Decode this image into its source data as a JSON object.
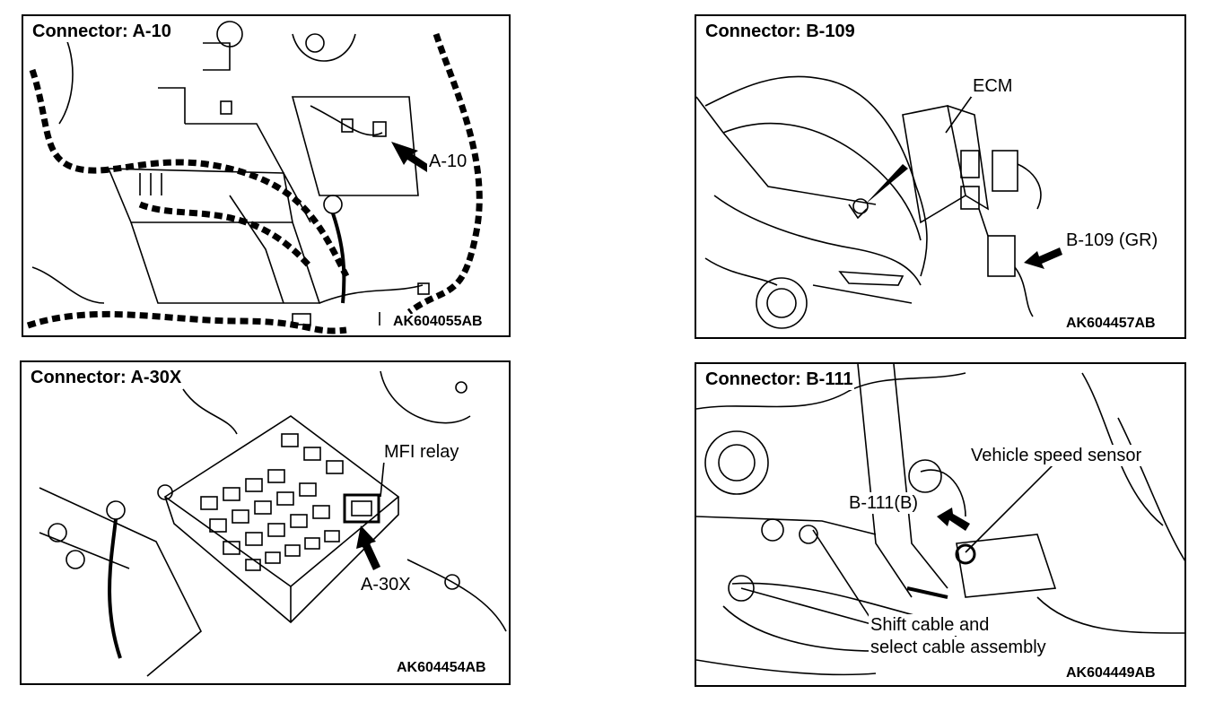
{
  "panels": [
    {
      "title": "Connector: A-10",
      "callouts": [
        "A-10"
      ],
      "figure_code": "AK604055AB"
    },
    {
      "title": "Connector: B-109",
      "callouts": [
        "ECM",
        "B-109 (GR)"
      ],
      "figure_code": "AK604457AB"
    },
    {
      "title": "Connector: A-30X",
      "callouts": [
        "MFI relay",
        "A-30X"
      ],
      "figure_code": "AK604454AB"
    },
    {
      "title": "Connector: B-111",
      "callouts": [
        "Vehicle speed sensor",
        "B-111(B)",
        "Shift cable and",
        "select cable assembly"
      ],
      "figure_code": "AK604449AB"
    }
  ]
}
